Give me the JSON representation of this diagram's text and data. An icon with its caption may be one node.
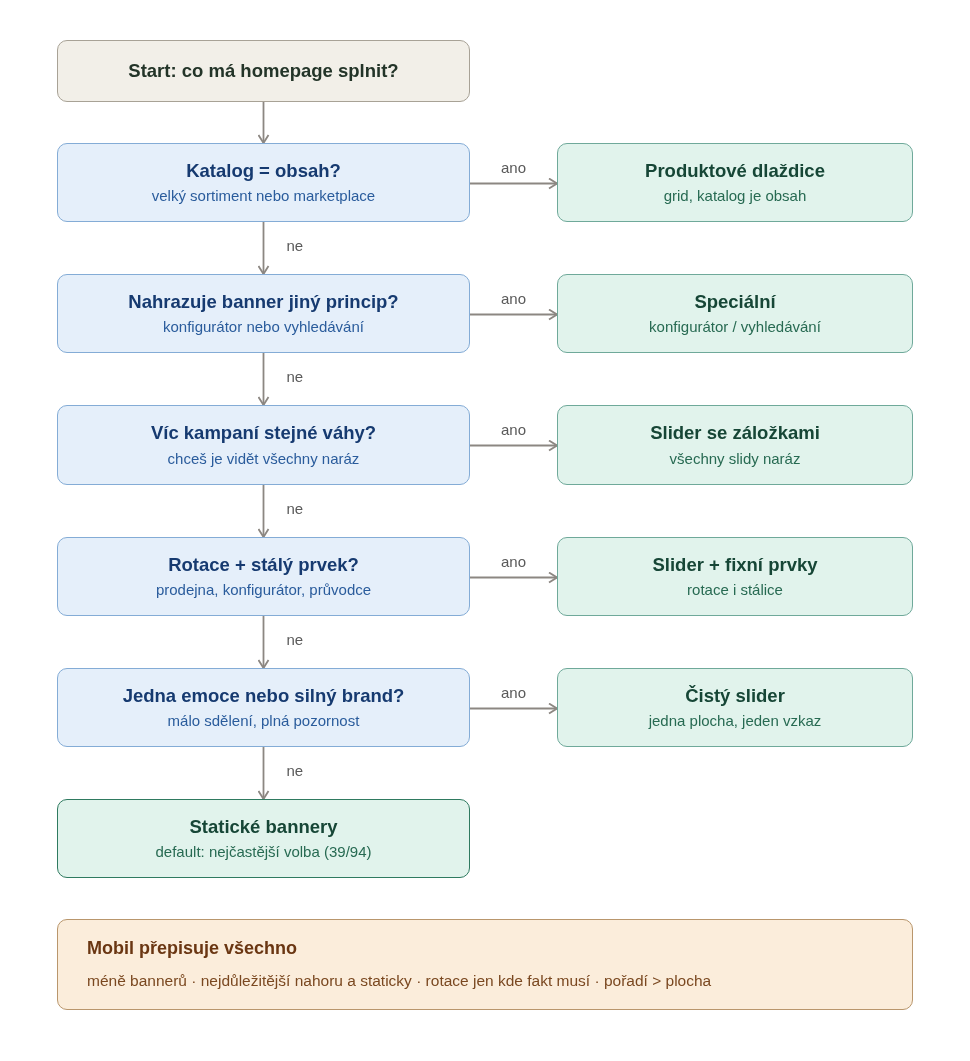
{
  "diagram": {
    "nodes": [
      {
        "text": [
          "Start: co má homepage splnit?"
        ]
      },
      {
        "text": [
          "Katalog = obsah?",
          "velký sortiment nebo marketplace"
        ]
      },
      {
        "text": [
          "Produktové dlaždice",
          "grid, katalog je obsah"
        ]
      },
      {
        "text": [
          "Nahrazuje banner jiný princip?",
          "konfigurátor nebo vyhledávání"
        ]
      },
      {
        "text": [
          "Speciální",
          "konfigurátor / vyhledávání"
        ]
      },
      {
        "text": [
          "Víc kampaní stejné váhy?",
          "chceš je vidět všechny naráz"
        ]
      },
      {
        "text": [
          "Slider se záložkami",
          "všechny slidy naráz"
        ]
      },
      {
        "text": [
          "Rotace + stálý prvek?",
          "prodejna, konfigurátor, průvodce"
        ]
      },
      {
        "text": [
          "Slider + fixní prvky",
          "rotace i stálice"
        ]
      },
      {
        "text": [
          "Jedna emoce nebo silný brand?",
          "málo sdělení, plná pozornost"
        ]
      },
      {
        "text": [
          "Čistý slider",
          "jedna plocha, jeden vzkaz"
        ]
      },
      {
        "text": [
          "Statické bannery",
          "default: nejčastější volba (39/94)"
        ]
      },
      {
        "text": [
          "Mobil přepisuje všechno",
          "méně bannerů · nejdůležitější nahoru a staticky · rotace jen kde fakt musí · pořadí > plocha"
        ]
      }
    ],
    "edges": [
      {
        "from": 0,
        "to": 1,
        "arrow": "to"
      },
      {
        "from": 1,
        "to": 2,
        "arrow": "to",
        "label": "ano"
      },
      {
        "from": 1,
        "to": 3,
        "arrow": "to",
        "label": "ne"
      },
      {
        "from": 3,
        "to": 4,
        "arrow": "to",
        "label": "ano"
      },
      {
        "from": 3,
        "to": 5,
        "arrow": "to",
        "label": "ne"
      },
      {
        "from": 5,
        "to": 6,
        "arrow": "to",
        "label": "ano"
      },
      {
        "from": 5,
        "to": 7,
        "arrow": "to",
        "label": "ne"
      },
      {
        "from": 7,
        "to": 8,
        "arrow": "to",
        "label": "ano"
      },
      {
        "from": 7,
        "to": 9,
        "arrow": "to",
        "label": "ne"
      },
      {
        "from": 9,
        "to": 10,
        "arrow": "to",
        "label": "ano"
      },
      {
        "from": 9,
        "to": 11,
        "arrow": "to",
        "label": "ne"
      }
    ]
  }
}
